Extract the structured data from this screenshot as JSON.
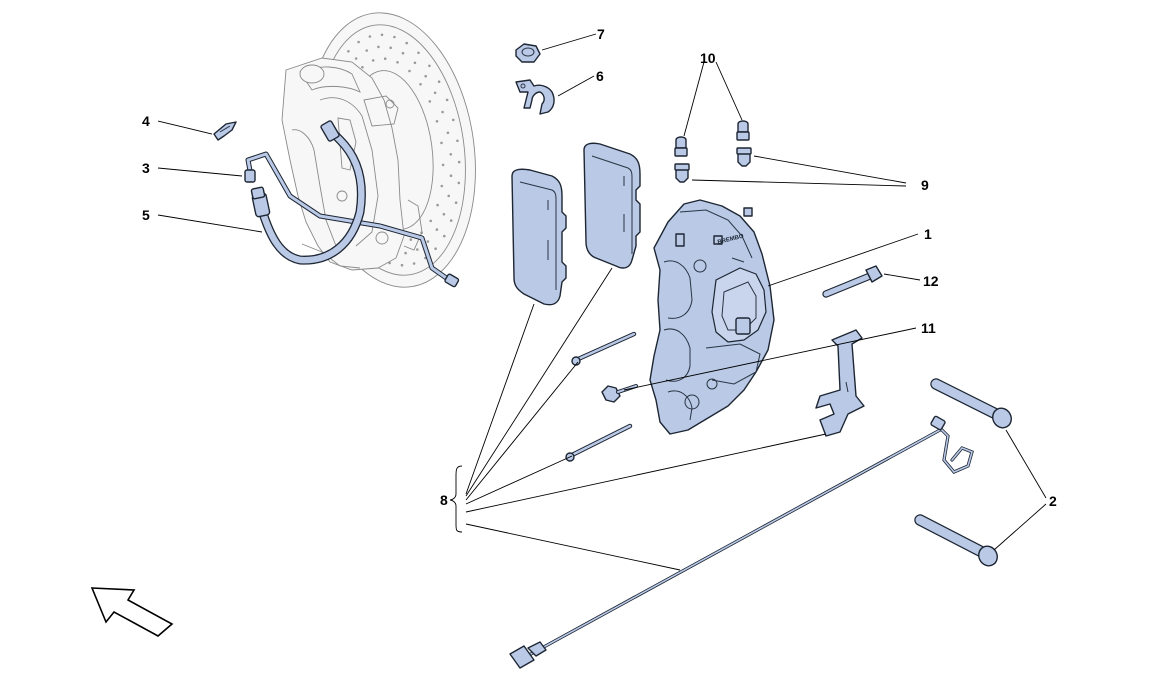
{
  "callouts": [
    {
      "id": "1",
      "label": "1"
    },
    {
      "id": "2",
      "label": "2"
    },
    {
      "id": "3",
      "label": "3"
    },
    {
      "id": "4",
      "label": "4"
    },
    {
      "id": "5",
      "label": "5"
    },
    {
      "id": "6",
      "label": "6"
    },
    {
      "id": "7",
      "label": "7"
    },
    {
      "id": "8",
      "label": "8"
    },
    {
      "id": "9",
      "label": "9"
    },
    {
      "id": "10",
      "label": "10"
    },
    {
      "id": "11",
      "label": "11"
    },
    {
      "id": "12",
      "label": "12"
    }
  ],
  "colors": {
    "part_fill": "#b9c9e6",
    "outline": "#1d2633",
    "ghost": "#8a8a8a",
    "background": "#ffffff"
  },
  "icons": {
    "direction": "direction-arrow-icon"
  }
}
